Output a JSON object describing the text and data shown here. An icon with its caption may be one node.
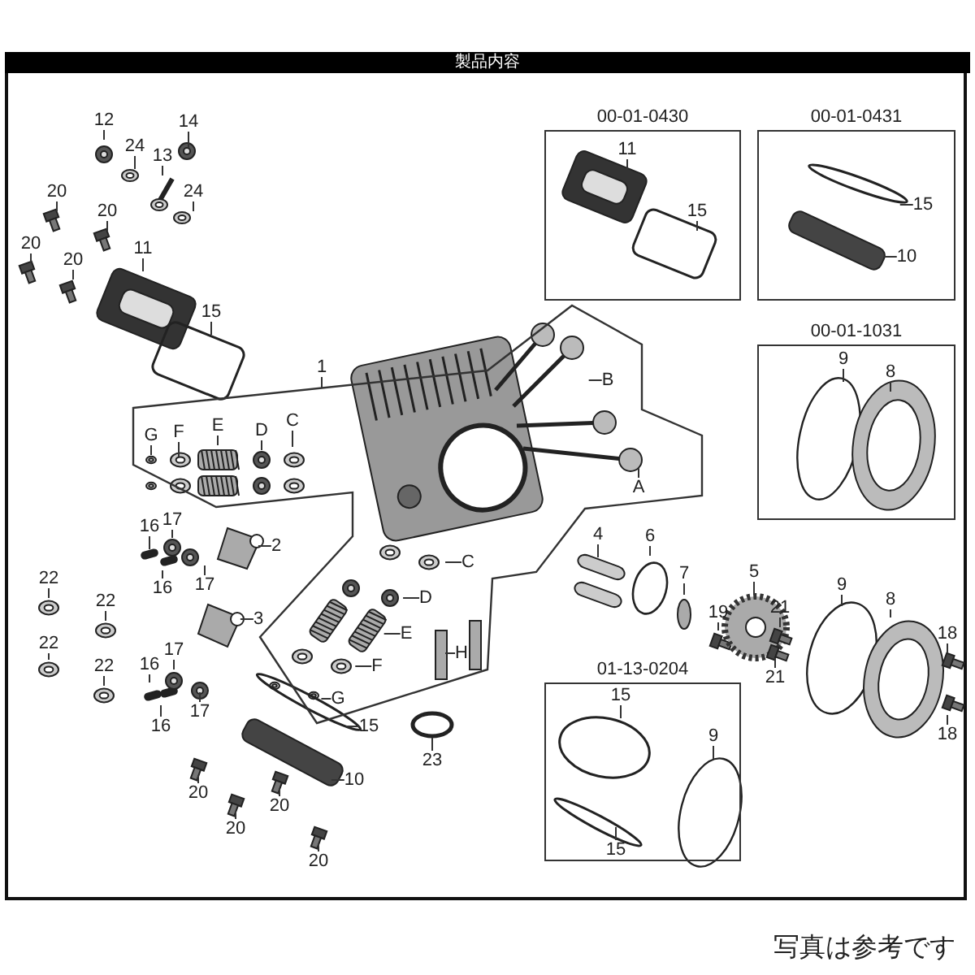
{
  "diagram": {
    "title": "製品内容",
    "caption": "写真は参考です",
    "nodes": [
      {
        "text": [
          "12"
        ]
      },
      {
        "text": [
          "24"
        ]
      },
      {
        "text": [
          "13"
        ]
      },
      {
        "text": [
          "14"
        ]
      },
      {
        "text": [
          "24"
        ]
      },
      {
        "text": [
          "20"
        ]
      },
      {
        "text": [
          "20"
        ]
      },
      {
        "text": [
          "20"
        ]
      },
      {
        "text": [
          "20"
        ]
      },
      {
        "text": [
          "11"
        ]
      },
      {
        "text": [
          "15"
        ]
      },
      {
        "text": [
          "00-01-0430"
        ]
      },
      {
        "text": [
          "11"
        ],
        "in": 11
      },
      {
        "text": [
          "15"
        ],
        "in": 11
      },
      {
        "text": [
          "00-01-0431"
        ]
      },
      {
        "text": [
          "15"
        ],
        "in": 14
      },
      {
        "text": [
          "10"
        ],
        "in": 14
      },
      {
        "text": [
          "00-01-1031"
        ]
      },
      {
        "text": [
          "9"
        ],
        "in": 17
      },
      {
        "text": [
          "8"
        ],
        "in": 17
      },
      {
        "text": [
          "1"
        ]
      },
      {
        "text": [],
        "shape": "polygon"
      },
      {
        "text": [
          "G"
        ],
        "in": 21
      },
      {
        "text": [
          "F"
        ],
        "in": 21
      },
      {
        "text": [
          "E"
        ],
        "in": 21
      },
      {
        "text": [
          "D"
        ],
        "in": 21
      },
      {
        "text": [
          "C"
        ],
        "in": 21
      },
      {
        "text": [
          "B"
        ],
        "in": 21
      },
      {
        "text": [
          "A"
        ],
        "in": 21
      },
      {
        "text": [
          "C"
        ],
        "in": 21
      },
      {
        "text": [
          "D"
        ],
        "in": 21
      },
      {
        "text": [
          "E"
        ],
        "in": 21
      },
      {
        "text": [
          "F"
        ],
        "in": 21
      },
      {
        "text": [
          "G"
        ],
        "in": 21
      },
      {
        "text": [
          "H"
        ],
        "in": 21
      },
      {
        "text": [
          "16"
        ]
      },
      {
        "text": [
          "17"
        ]
      },
      {
        "text": [
          "2"
        ]
      },
      {
        "text": [
          "16"
        ]
      },
      {
        "text": [
          "17"
        ]
      },
      {
        "text": [
          "22"
        ]
      },
      {
        "text": [
          "22"
        ]
      },
      {
        "text": [
          "3"
        ]
      },
      {
        "text": [
          "22"
        ]
      },
      {
        "text": [
          "17"
        ]
      },
      {
        "text": [
          "22"
        ]
      },
      {
        "text": [
          "16"
        ]
      },
      {
        "text": [
          "17"
        ]
      },
      {
        "text": [
          "16"
        ]
      },
      {
        "text": [
          "15"
        ]
      },
      {
        "text": [
          "10"
        ]
      },
      {
        "text": [
          "20"
        ]
      },
      {
        "text": [
          "20"
        ]
      },
      {
        "text": [
          "20"
        ]
      },
      {
        "text": [
          "20"
        ]
      },
      {
        "text": [
          "23"
        ]
      },
      {
        "text": [
          "4"
        ]
      },
      {
        "text": [
          "6"
        ]
      },
      {
        "text": [
          "7"
        ]
      },
      {
        "text": [
          "19"
        ]
      },
      {
        "text": [
          "5"
        ]
      },
      {
        "text": [
          "21"
        ]
      },
      {
        "text": [
          "21"
        ]
      },
      {
        "text": [
          "9"
        ]
      },
      {
        "text": [
          "8"
        ]
      },
      {
        "text": [
          "18"
        ]
      },
      {
        "text": [
          "18"
        ]
      },
      {
        "text": [
          "01-13-0204"
        ]
      },
      {
        "text": [
          "15"
        ],
        "in": 67
      },
      {
        "text": [
          "9"
        ],
        "in": 67
      },
      {
        "text": [
          "15"
        ],
        "in": 67
      }
    ],
    "edges": [
      {
        "from": 0,
        "to": null,
        "arrow": "none"
      },
      {
        "from": 1,
        "to": null,
        "arrow": "none"
      },
      {
        "from": 2,
        "to": null,
        "arrow": "none"
      },
      {
        "from": 3,
        "to": null,
        "arrow": "none"
      },
      {
        "from": 4,
        "to": null,
        "arrow": "none"
      },
      {
        "from": 5,
        "to": null,
        "arrow": "none"
      },
      {
        "from": 6,
        "to": null,
        "arrow": "none"
      },
      {
        "from": 7,
        "to": null,
        "arrow": "none"
      },
      {
        "from": 8,
        "to": null,
        "arrow": "none"
      },
      {
        "from": 9,
        "to": null,
        "arrow": "none"
      },
      {
        "from": 10,
        "to": null,
        "arrow": "none"
      },
      {
        "from": 12,
        "to": null,
        "arrow": "none"
      },
      {
        "from": 13,
        "to": null,
        "arrow": "none"
      },
      {
        "from": 15,
        "to": null,
        "arrow": "none"
      },
      {
        "from": 16,
        "to": null,
        "arrow": "none"
      },
      {
        "from": 18,
        "to": null,
        "arrow": "none"
      },
      {
        "from": 19,
        "to": null,
        "arrow": "none"
      },
      {
        "from": 20,
        "to": 21,
        "arrow": "none"
      },
      {
        "from": 22,
        "to": null,
        "arrow": "none"
      },
      {
        "from": 23,
        "to": null,
        "arrow": "none"
      },
      {
        "from": 24,
        "to": null,
        "arrow": "none"
      },
      {
        "from": 25,
        "to": null,
        "arrow": "none"
      },
      {
        "from": 26,
        "to": null,
        "arrow": "none"
      },
      {
        "from": 27,
        "to": null,
        "arrow": "none"
      },
      {
        "from": 28,
        "to": null,
        "arrow": "none"
      },
      {
        "from": 29,
        "to": null,
        "arrow": "none"
      },
      {
        "from": 30,
        "to": null,
        "arrow": "none"
      },
      {
        "from": 31,
        "to": null,
        "arrow": "none"
      },
      {
        "from": 32,
        "to": null,
        "arrow": "none"
      },
      {
        "from": 33,
        "to": null,
        "arrow": "none"
      },
      {
        "from": 34,
        "to": null,
        "arrow": "none"
      },
      {
        "from": 35,
        "to": null,
        "arrow": "none"
      },
      {
        "from": 36,
        "to": null,
        "arrow": "none"
      },
      {
        "from": 37,
        "to": null,
        "arrow": "none"
      },
      {
        "from": 38,
        "to": null,
        "arrow": "none"
      },
      {
        "from": 39,
        "to": null,
        "arrow": "none"
      },
      {
        "from": 40,
        "to": null,
        "arrow": "none"
      },
      {
        "from": 41,
        "to": null,
        "arrow": "none"
      },
      {
        "from": 42,
        "to": null,
        "arrow": "none"
      },
      {
        "from": 43,
        "to": null,
        "arrow": "none"
      },
      {
        "from": 44,
        "to": null,
        "arrow": "none"
      },
      {
        "from": 45,
        "to": null,
        "arrow": "none"
      },
      {
        "from": 46,
        "to": null,
        "arrow": "none"
      },
      {
        "from": 47,
        "to": null,
        "arrow": "none"
      },
      {
        "from": 48,
        "to": null,
        "arrow": "none"
      },
      {
        "from": 49,
        "to": null,
        "arrow": "none"
      },
      {
        "from": 50,
        "to": null,
        "arrow": "none"
      },
      {
        "from": 51,
        "to": null,
        "arrow": "none"
      },
      {
        "from": 52,
        "to": null,
        "arrow": "none"
      },
      {
        "from": 53,
        "to": null,
        "arrow": "none"
      },
      {
        "from": 54,
        "to": null,
        "arrow": "none"
      },
      {
        "from": 55,
        "to": null,
        "arrow": "none"
      },
      {
        "from": 56,
        "to": null,
        "arrow": "none"
      },
      {
        "from": 57,
        "to": null,
        "arrow": "none"
      },
      {
        "from": 58,
        "to": null,
        "arrow": "none"
      },
      {
        "from": 59,
        "to": null,
        "arrow": "none"
      },
      {
        "from": 60,
        "to": null,
        "arrow": "none"
      },
      {
        "from": 61,
        "to": null,
        "arrow": "none"
      },
      {
        "from": 62,
        "to": null,
        "arrow": "none"
      },
      {
        "from": 63,
        "to": null,
        "arrow": "none"
      },
      {
        "from": 64,
        "to": null,
        "arrow": "none"
      },
      {
        "from": 65,
        "to": null,
        "arrow": "none"
      },
      {
        "from": 66,
        "to": null,
        "arrow": "none"
      },
      {
        "from": 68,
        "to": null,
        "arrow": "none"
      },
      {
        "from": 69,
        "to": null,
        "arrow": "none"
      },
      {
        "from": 70,
        "to": null,
        "arrow": "none"
      }
    ]
  }
}
